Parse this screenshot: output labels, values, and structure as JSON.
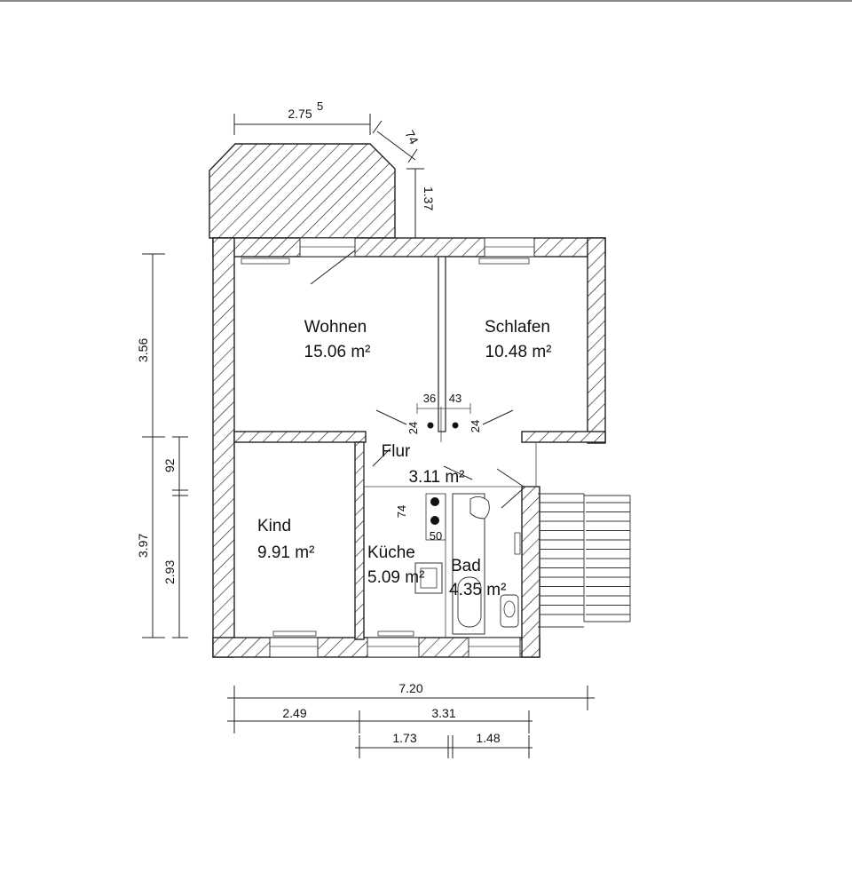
{
  "rooms": {
    "wohnen": {
      "name": "Wohnen",
      "area": "15.06 m²"
    },
    "schlafen": {
      "name": "Schlafen",
      "area": "10.48 m²"
    },
    "flur": {
      "name": "Flur",
      "area": "3.11 m²"
    },
    "kind": {
      "name": "Kind",
      "area": "9.91 m²"
    },
    "kueche": {
      "name": "Küche",
      "area": "5.09 m²"
    },
    "bad": {
      "name": "Bad",
      "area": "4.35 m²"
    }
  },
  "dimensions": {
    "balcony_width": "2.75",
    "balcony_width_sup": "5",
    "balcony_chamfer": "74",
    "balcony_depth": "1.37",
    "left_upper": "3.56",
    "left_lower": "3.97",
    "left_inner_upper": "92",
    "left_inner_lower": "2.93",
    "total_width": "7.20",
    "bottom_left": "2.49",
    "bottom_right": "3.31",
    "bottom_kitchen": "1.73",
    "bottom_bath": "1.48",
    "hall_36": "36",
    "hall_43": "43",
    "hall_24a": "24",
    "hall_24b": "24",
    "kitchen_74": "74",
    "kitchen_50": "50"
  }
}
